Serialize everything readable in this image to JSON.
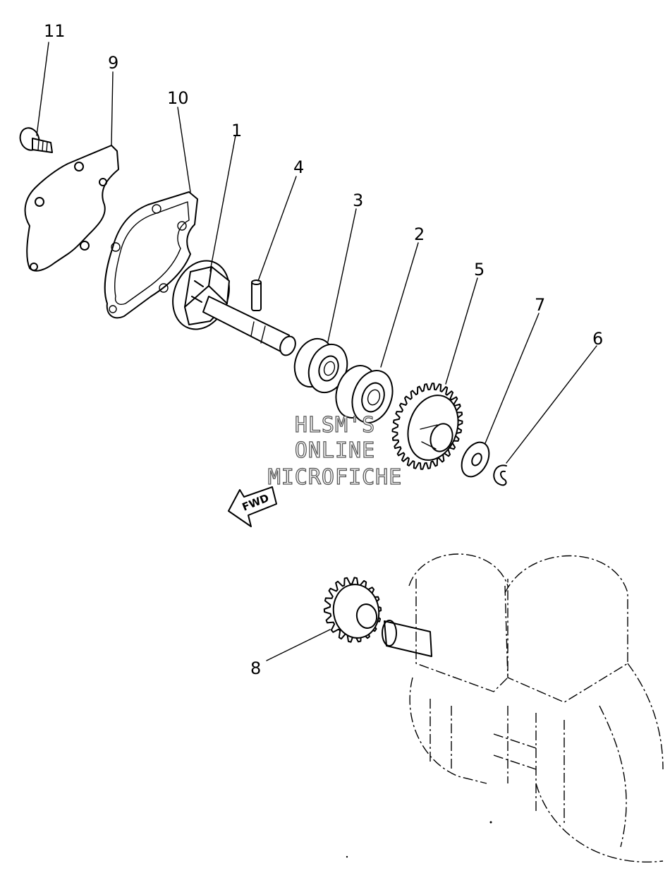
{
  "callouts": [
    "11",
    "9",
    "10",
    "1",
    "4",
    "3",
    "2",
    "5",
    "7",
    "6",
    "8"
  ],
  "watermark": [
    "HLSM'S",
    "ONLINE",
    "MICROFICHE"
  ],
  "direction_label": "FWD"
}
